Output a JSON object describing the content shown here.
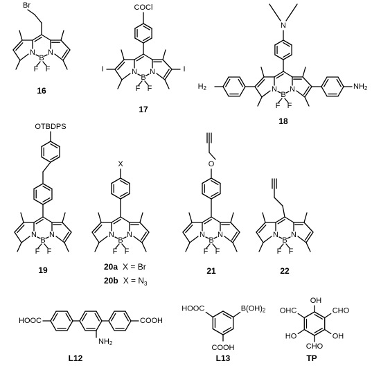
{
  "compounds": [
    {
      "label": "16"
    },
    {
      "label": "17"
    },
    {
      "label": "18"
    },
    {
      "label": "19"
    },
    {
      "label": "20a",
      "desc": "X = Br"
    },
    {
      "label": "20b",
      "desc": "X = N",
      "sub": "3"
    },
    {
      "label": "21"
    },
    {
      "label": "22"
    },
    {
      "label": "L12"
    },
    {
      "label": "L13"
    },
    {
      "label": "TP"
    }
  ],
  "atoms": {
    "br": "Br",
    "cocl": "COCl",
    "i": "I",
    "n": "N",
    "b": "B",
    "f": "F",
    "h2n": "H",
    "nh2": "NH",
    "two": "2",
    "otbdps": "OTBDPS",
    "x": "X",
    "o": "O",
    "hooc": "HOOC",
    "cooh": "COOH",
    "boh2": "B(OH)",
    "ohc": "OHC",
    "cho": "CHO",
    "oh": "OH",
    "ho": "HO"
  }
}
